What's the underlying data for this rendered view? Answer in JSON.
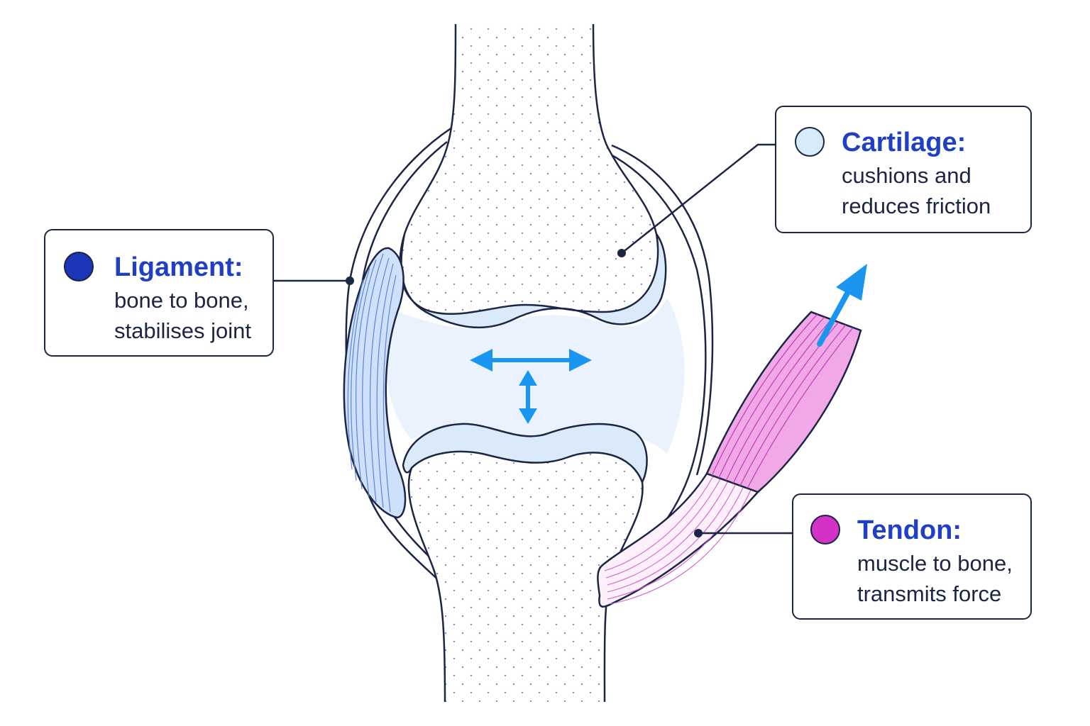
{
  "colors": {
    "outline": "#1b2544",
    "title_blue": "#1f3fc6",
    "ligament_fill": "#cfe0fb",
    "cartilage_fill": "#dbeafb",
    "joint_space": "#eaf3fd",
    "arrow_blue": "#1a96f0",
    "muscle_pink": "#f1a8e6",
    "tendon_line": "#d75fcf",
    "bone_dots": "#6f76c9"
  },
  "callouts": {
    "ligament": {
      "title": "Ligament:",
      "line1": "bone to bone,",
      "line2": "stabilises joint",
      "dot_color": "#1b34b8"
    },
    "cartilage": {
      "title": "Cartilage:",
      "line1": "cushions and",
      "line2": "reduces friction",
      "dot_color": "#d7ebfb"
    },
    "tendon": {
      "title": "Tendon:",
      "line1": "muscle to bone,",
      "line2": "transmits force",
      "dot_color": "#d233c4"
    }
  },
  "icons": {
    "joint_movement": "double-headed-arrows-icon",
    "muscle_pull": "arrow-up-right-icon"
  }
}
